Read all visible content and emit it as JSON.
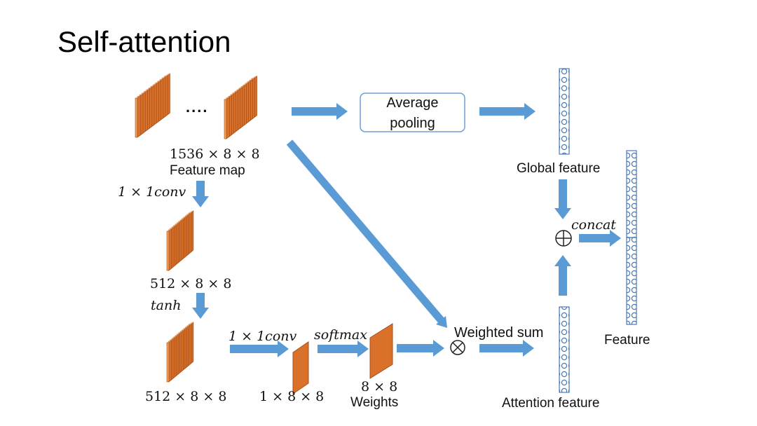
{
  "title": "Self-attention",
  "nodes": {
    "ellipsis": "....",
    "feature_map_dims": "1536 × 8 × 8",
    "feature_map_label": "Feature map",
    "conv1_label": "1 × 1conv",
    "mid_dims": "512 × 8 × 8",
    "tanh_label": "tanh",
    "lower_dims": "512 × 8 × 8",
    "conv2_label": "1 × 1conv",
    "softmax_label": "softmax",
    "single_dims": "1 × 8 × 8",
    "weights_dims": "8 × 8",
    "weights_label": "Weights",
    "average_pooling_line1": "Average",
    "average_pooling_line2": "pooling",
    "global_feature_label": "Global feature",
    "concat_label": "concat",
    "weighted_sum_label": "Weighted sum",
    "attention_feature_label": "Attention feature",
    "feature_label": "Feature"
  },
  "colors": {
    "arrow": "#5b9bd5",
    "block_face": "#d9712a",
    "block_dark": "#a8501a",
    "block_light": "#f0a060",
    "vector_border": "#4a78b8"
  },
  "icons": {
    "sum": "circled-plus-icon",
    "product": "circled-times-icon"
  }
}
